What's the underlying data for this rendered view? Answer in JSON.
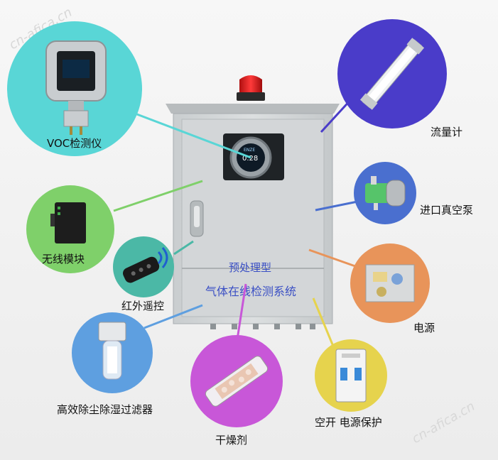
{
  "cabinet": {
    "line1": "预处理型",
    "line2": "气体在线检测系统"
  },
  "components": {
    "voc": "VOC检测仪",
    "flowmeter": "流量计",
    "pump": "进口真空泵",
    "wireless": "无线模块",
    "power": "电源",
    "remote": "红外遥控",
    "filter": "高效除尘除湿过滤器",
    "desiccant": "干燥剂",
    "breaker": "空开  电源保护"
  },
  "detector_screen": {
    "brand": "ENZE",
    "reading": "0.28"
  },
  "watermarks": [
    "cn-afica.cn",
    "cn-afica.cn"
  ],
  "colors": {
    "voc": "#59d6d6",
    "flowmeter": "#4a3cc9",
    "pump": "#4a6fcf",
    "wireless": "#7fd06a",
    "power": "#e8945a",
    "remote": "#4bb8a6",
    "filter": "#5e9fe0",
    "desiccant": "#c857d8",
    "breaker": "#e6d34d"
  }
}
